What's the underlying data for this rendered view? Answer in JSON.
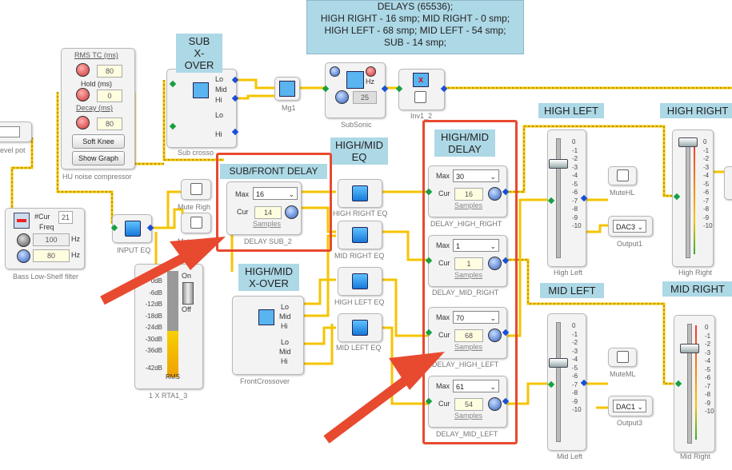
{
  "info_note": {
    "lines": [
      "DELAYS (65536);",
      "HIGH RIGHT - 16 smp; MID RIGHT - 0 smp;",
      "HIGH LEFT - 68 smp; MID LEFT - 54 smp;",
      "SUB - 14 smp;"
    ]
  },
  "headings": {
    "sub_xover": [
      "SUB",
      "X-OVER"
    ],
    "sub_front_delay": "SUB/FRONT DELAY",
    "high_mid_eq": [
      "HIGH/MID",
      "EQ"
    ],
    "high_mid_delay": [
      "HIGH/MID",
      "DELAY"
    ],
    "high_mid_xover": [
      "HIGH/MID",
      "X-OVER"
    ],
    "high_left": "HIGH LEFT",
    "high_right": "HIGH RIGHT",
    "mid_left": "MID LEFT",
    "mid_right": "MID RIGHT"
  },
  "level_pot": {
    "caption": "evel pot"
  },
  "compressor": {
    "rms_tc_label": "RMS TC (ms)",
    "rms_tc_value": "80",
    "hold_label": "Hold (ms)",
    "hold_value": "0",
    "decay_label": "Decay (ms)",
    "decay_value": "80",
    "soft_knee": "Soft Knee",
    "show_graph": "Show Graph",
    "caption": "HU noise compressor"
  },
  "bass_filter": {
    "cur_label": "#Cur",
    "cur_value": "21",
    "freq_label": "Freq",
    "freq_value": "100",
    "hz1": "Hz",
    "gain_value": "80",
    "hz2": "Hz",
    "caption": "Bass Low-Shelf filter"
  },
  "input_eq": {
    "caption": "INPUT EQ"
  },
  "sub_crossover": {
    "ports": [
      "Lo",
      "Mid",
      "Hi",
      "Lo",
      "Hi"
    ],
    "caption": "Sub crosso"
  },
  "mg1": {
    "caption": "Mg1"
  },
  "subsonic": {
    "hz": "Hz",
    "value": "25",
    "caption": "SubSonic"
  },
  "inv1": {
    "caption": "Inv1_2"
  },
  "mute_right": {
    "caption": "Mute Righ"
  },
  "mute_left": {
    "caption": "Mute"
  },
  "delay_sub": {
    "max_label": "Max",
    "max_value": "16",
    "cur_label": "Cur",
    "cur_value": "14",
    "unit": "Samples",
    "caption": "DELAY SUB_2"
  },
  "eqs": [
    {
      "caption": "HIGH RIGHT EQ"
    },
    {
      "caption": "MID RIGHT EQ"
    },
    {
      "caption": "HIGH LEFT EQ"
    },
    {
      "caption": "MID LEFT EQ"
    }
  ],
  "delays": [
    {
      "max_label": "Max",
      "max_value": "30",
      "cur_label": "Cur",
      "cur_value": "16",
      "unit": "Samples",
      "caption": "DELAY_HIGH_RIGHT"
    },
    {
      "max_label": "Max",
      "max_value": "1",
      "cur_label": "Cur",
      "cur_value": "1",
      "unit": "Samples",
      "caption": "DELAY_MID_RIGHT"
    },
    {
      "max_label": "Max",
      "max_value": "70",
      "cur_label": "Cur",
      "cur_value": "68",
      "unit": "Samples",
      "caption": "DELAY_HIGH_LEFT"
    },
    {
      "max_label": "Max",
      "max_value": "61",
      "cur_label": "Cur",
      "cur_value": "54",
      "unit": "Samples",
      "caption": "DELAY_MID_LEFT"
    }
  ],
  "front_crossover": {
    "ports": [
      "Lo",
      "Mid",
      "Hi",
      "Lo",
      "Mid",
      "Hi"
    ],
    "caption": "FrontCrossover"
  },
  "rta": {
    "scale": [
      "0dB",
      "-6dB",
      "-12dB",
      "-18dB",
      "-24dB",
      "-30dB",
      "-36dB",
      "-42dB"
    ],
    "on": "On",
    "off": "Off",
    "rms": "RMS",
    "caption": "1 X RTA1_3"
  },
  "faders": {
    "ticks": [
      "0",
      "-1",
      "-2",
      "-3",
      "-4",
      "-5",
      "-6",
      "-7",
      "-8",
      "-9",
      "-10"
    ],
    "high_left_caption": "High Left",
    "high_right_caption": "High Right",
    "mid_left_caption": "Mid Left",
    "mid_right_caption": "Mid Right"
  },
  "mutes": {
    "hl": "MuteHL",
    "ml": "MuteML"
  },
  "outputs": {
    "dac3": "DAC3",
    "output1": "Output1",
    "dac1": "DAC1",
    "output3": "Output3"
  },
  "colors": {
    "wire": "#f5c400",
    "wire_dash": "#7a6400",
    "highlight": "#e84a2f",
    "note_bg": "#add8e6"
  }
}
